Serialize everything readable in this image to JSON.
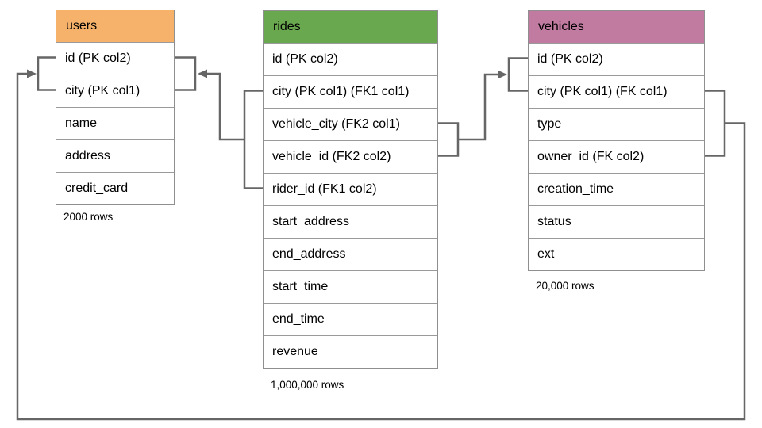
{
  "diagram": {
    "type": "database-schema",
    "connector_color": "#666666",
    "table_border_color": "#9a9a9a"
  },
  "tables": [
    {
      "name": "users",
      "header_color": "#f6b26b",
      "columns": [
        "id (PK col2)",
        "city (PK col1)",
        "name",
        "address",
        "credit_card"
      ],
      "row_count": "2000 rows"
    },
    {
      "name": "rides",
      "header_color": "#6aa84f",
      "columns": [
        "id (PK col2)",
        "city (PK col1) (FK1 col1)",
        "vehicle_city (FK2 col1)",
        "vehicle_id (FK2 col2)",
        "rider_id (FK1 col2)",
        "start_address",
        "end_address",
        "start_time",
        "end_time",
        "revenue"
      ],
      "row_count": "1,000,000 rows"
    },
    {
      "name": "vehicles",
      "header_color": "#c27ba0",
      "columns": [
        "id (PK col2)",
        "city (PK col1) (FK col1)",
        "type",
        "owner_id (FK col2)",
        "creation_time",
        "status",
        "ext"
      ],
      "row_count": "20,000 rows"
    }
  ],
  "relationships": [
    {
      "name": "FK1",
      "from_table": "rides",
      "from_columns": [
        "city (FK1 col1)",
        "rider_id (FK1 col2)"
      ],
      "to_table": "users",
      "to_columns": [
        "city (PK col1)",
        "id (PK col2)"
      ]
    },
    {
      "name": "FK2",
      "from_table": "rides",
      "from_columns": [
        "vehicle_city (FK2 col1)",
        "vehicle_id (FK2 col2)"
      ],
      "to_table": "vehicles",
      "to_columns": [
        "city (PK col1)",
        "id (PK col2)"
      ]
    },
    {
      "name": "FK",
      "from_table": "vehicles",
      "from_columns": [
        "city (FK col1)",
        "owner_id (FK col2)"
      ],
      "to_table": "users",
      "to_columns": [
        "city (PK col1)",
        "id (PK col2)"
      ]
    }
  ]
}
